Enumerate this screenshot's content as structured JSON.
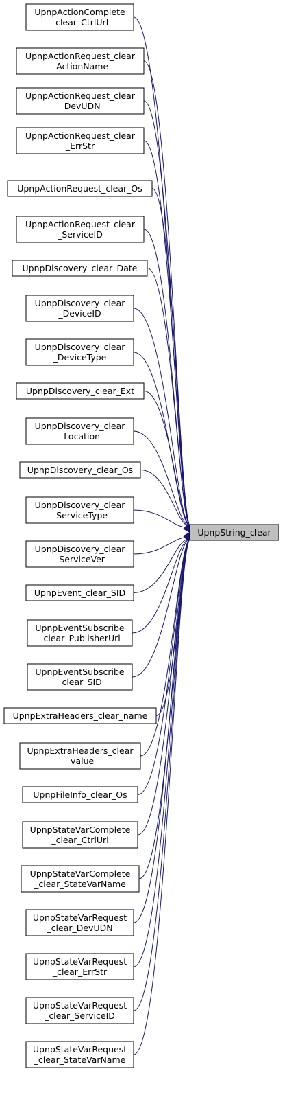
{
  "target": {
    "lines": [
      "UpnpString_clear"
    ]
  },
  "callers": [
    {
      "lines": [
        "UpnpActionComplete",
        "_clear_CtrlUrl"
      ]
    },
    {
      "lines": [
        "UpnpActionRequest_clear",
        "_ActionName"
      ]
    },
    {
      "lines": [
        "UpnpActionRequest_clear",
        "_DevUDN"
      ]
    },
    {
      "lines": [
        "UpnpActionRequest_clear",
        "_ErrStr"
      ]
    },
    {
      "lines": [
        "UpnpActionRequest_clear_Os"
      ]
    },
    {
      "lines": [
        "UpnpActionRequest_clear",
        "_ServiceID"
      ]
    },
    {
      "lines": [
        "UpnpDiscovery_clear_Date"
      ]
    },
    {
      "lines": [
        "UpnpDiscovery_clear",
        "_DeviceID"
      ]
    },
    {
      "lines": [
        "UpnpDiscovery_clear",
        "_DeviceType"
      ]
    },
    {
      "lines": [
        "UpnpDiscovery_clear_Ext"
      ]
    },
    {
      "lines": [
        "UpnpDiscovery_clear",
        "_Location"
      ]
    },
    {
      "lines": [
        "UpnpDiscovery_clear_Os"
      ]
    },
    {
      "lines": [
        "UpnpDiscovery_clear",
        "_ServiceType"
      ]
    },
    {
      "lines": [
        "UpnpDiscovery_clear",
        "_ServiceVer"
      ]
    },
    {
      "lines": [
        "UpnpEvent_clear_SID"
      ]
    },
    {
      "lines": [
        "UpnpEventSubscribe",
        "_clear_PublisherUrl"
      ]
    },
    {
      "lines": [
        "UpnpEventSubscribe",
        "_clear_SID"
      ]
    },
    {
      "lines": [
        "UpnpExtraHeaders_clear_name"
      ]
    },
    {
      "lines": [
        "UpnpExtraHeaders_clear",
        "_value"
      ]
    },
    {
      "lines": [
        "UpnpFileInfo_clear_Os"
      ]
    },
    {
      "lines": [
        "UpnpStateVarComplete",
        "_clear_CtrlUrl"
      ]
    },
    {
      "lines": [
        "UpnpStateVarComplete",
        "_clear_StateVarName"
      ]
    },
    {
      "lines": [
        "UpnpStateVarRequest",
        "_clear_DevUDN"
      ]
    },
    {
      "lines": [
        "UpnpStateVarRequest",
        "_clear_ErrStr"
      ]
    },
    {
      "lines": [
        "UpnpStateVarRequest",
        "_clear_ServiceID"
      ]
    },
    {
      "lines": [
        "UpnpStateVarRequest",
        "_clear_StateVarName"
      ]
    }
  ],
  "colors": {
    "edge": "#191970",
    "target_fill": "#bfbfbf",
    "node_fill": "#ffffff",
    "node_stroke": "#000000"
  }
}
